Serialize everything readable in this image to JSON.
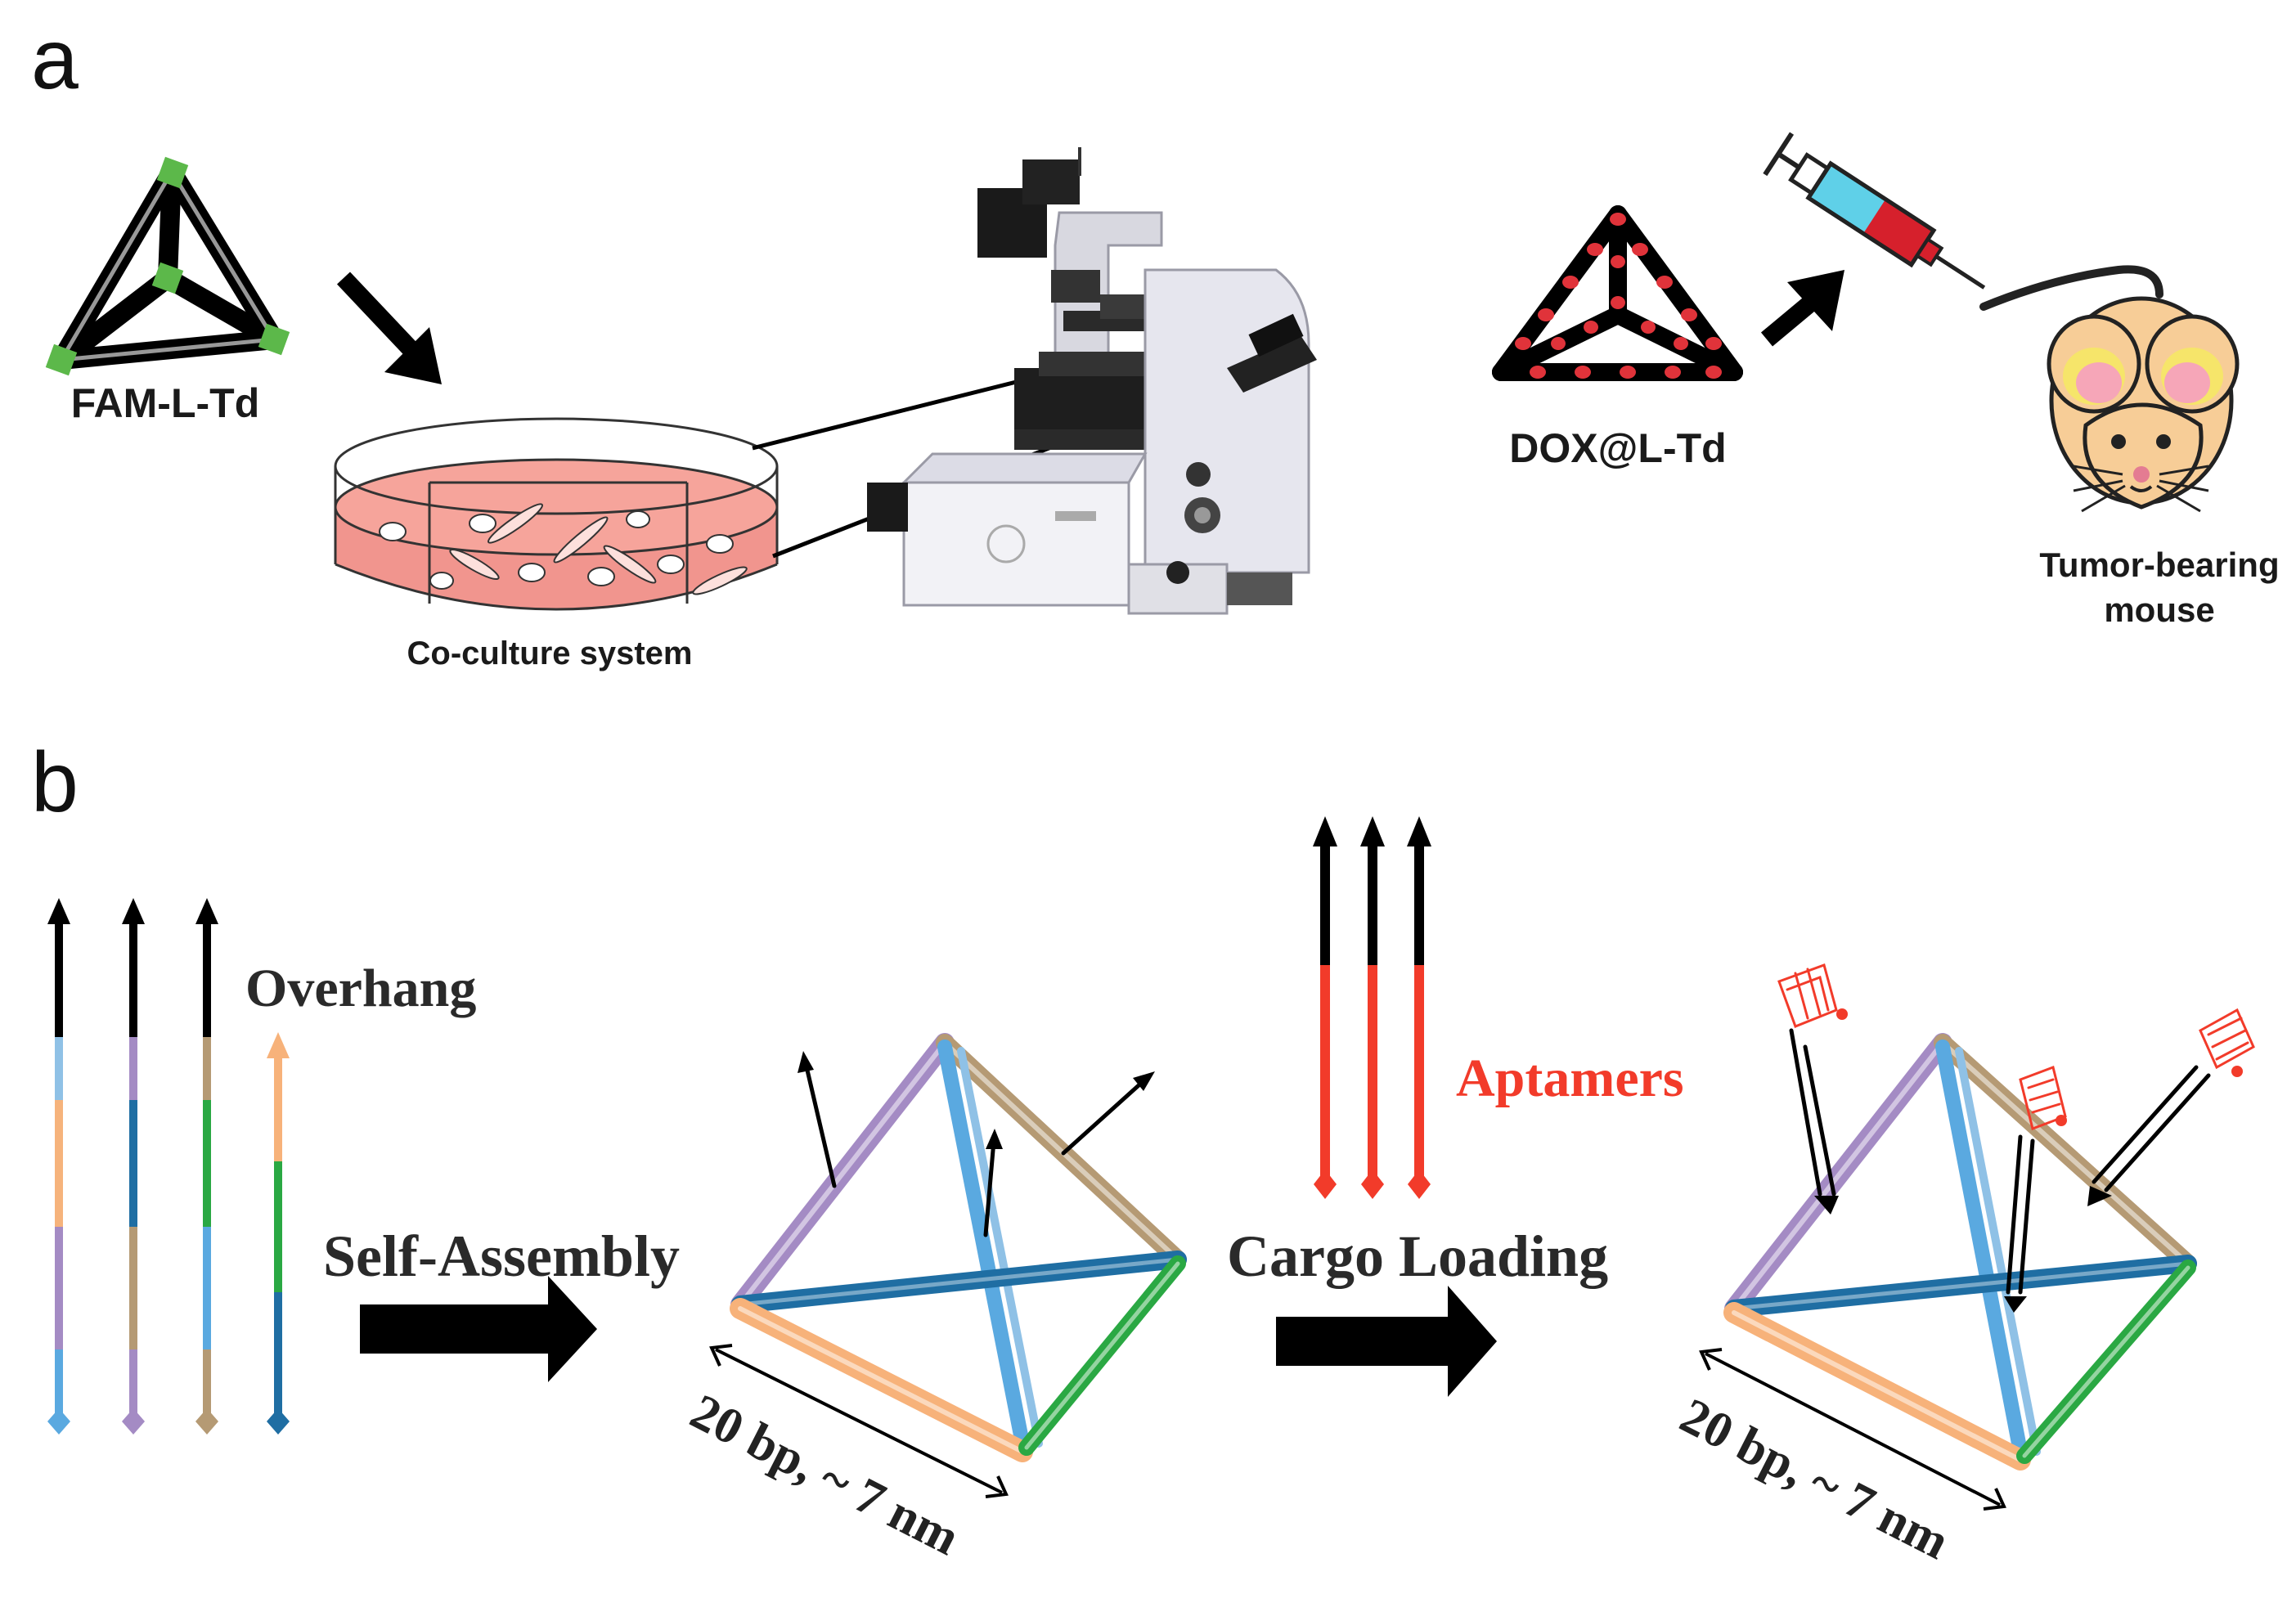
{
  "panel_a": {
    "label": "a",
    "fam_label": "FAM-L-Td",
    "coculture_label": "Co-culture system",
    "dox_label": "DOX@L-Td",
    "mouse_label_line1": "Tumor-bearing",
    "mouse_label_line2": "mouse"
  },
  "panel_b": {
    "label": "b",
    "overhang_label": "Overhang",
    "self_assembly_label": "Self-Assembly",
    "aptamers_label": "Aptamers",
    "cargo_loading_label": "Cargo Loading",
    "dimension_label_1": "20 bp, ~ 7 nm",
    "dimension_label_2": "20 bp, ~ 7 nm"
  },
  "colors": {
    "black": "#000000",
    "green_node": "#5cb84a",
    "red_dox": "#e0333a",
    "dish_pink": "#f08a82",
    "mouse_body": "#f7cd97",
    "mouse_ear": "#f6a6b8",
    "strand_purple": "#a48bc4",
    "strand_blue": "#5aa9e0",
    "strand_orange": "#f7b27a",
    "strand_brown": "#b59a74",
    "strand_green": "#2aa843",
    "strand_dark_blue": "#1f6ea3",
    "aptamer_red": "#f23b2a"
  }
}
